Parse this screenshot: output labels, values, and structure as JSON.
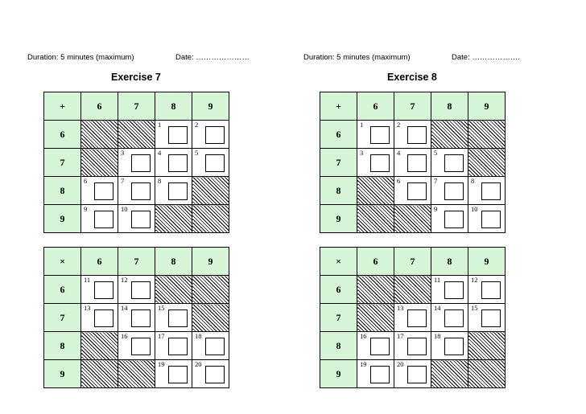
{
  "exercises": [
    {
      "duration": "Duration: 5 minutes (maximum)",
      "date": "Date: …………………",
      "title": "Exercise 7",
      "tables": [
        {
          "operator": "+",
          "columns": [
            "6",
            "7",
            "8",
            "9"
          ],
          "rows": [
            {
              "label": "6",
              "cells": [
                {
                  "type": "hatch"
                },
                {
                  "type": "hatch"
                },
                {
                  "type": "answer",
                  "num": "1"
                },
                {
                  "type": "answer",
                  "num": "2"
                }
              ]
            },
            {
              "label": "7",
              "cells": [
                {
                  "type": "hatch"
                },
                {
                  "type": "answer",
                  "num": "3"
                },
                {
                  "type": "answer",
                  "num": "4"
                },
                {
                  "type": "answer",
                  "num": "5"
                }
              ]
            },
            {
              "label": "8",
              "cells": [
                {
                  "type": "answer",
                  "num": "6"
                },
                {
                  "type": "answer",
                  "num": "7"
                },
                {
                  "type": "answer",
                  "num": "8"
                },
                {
                  "type": "hatch"
                }
              ]
            },
            {
              "label": "9",
              "cells": [
                {
                  "type": "answer",
                  "num": "9"
                },
                {
                  "type": "answer",
                  "num": "10"
                },
                {
                  "type": "hatch"
                },
                {
                  "type": "hatch"
                }
              ]
            }
          ]
        },
        {
          "operator": "×",
          "columns": [
            "6",
            "7",
            "8",
            "9"
          ],
          "rows": [
            {
              "label": "6",
              "cells": [
                {
                  "type": "answer",
                  "num": "11"
                },
                {
                  "type": "answer",
                  "num": "12"
                },
                {
                  "type": "hatch"
                },
                {
                  "type": "hatch"
                }
              ]
            },
            {
              "label": "7",
              "cells": [
                {
                  "type": "answer",
                  "num": "13"
                },
                {
                  "type": "answer",
                  "num": "14"
                },
                {
                  "type": "answer",
                  "num": "15"
                },
                {
                  "type": "hatch"
                }
              ]
            },
            {
              "label": "8",
              "cells": [
                {
                  "type": "hatch"
                },
                {
                  "type": "answer",
                  "num": "16"
                },
                {
                  "type": "answer",
                  "num": "17"
                },
                {
                  "type": "answer",
                  "num": "18"
                }
              ]
            },
            {
              "label": "9",
              "cells": [
                {
                  "type": "hatch"
                },
                {
                  "type": "hatch"
                },
                {
                  "type": "answer",
                  "num": "19"
                },
                {
                  "type": "answer",
                  "num": "20"
                }
              ]
            }
          ]
        }
      ]
    },
    {
      "duration": "Duration: 5 minutes (maximum)",
      "date": "Date: ……………….",
      "title": "Exercise 8",
      "tables": [
        {
          "operator": "+",
          "columns": [
            "6",
            "7",
            "8",
            "9"
          ],
          "rows": [
            {
              "label": "6",
              "cells": [
                {
                  "type": "answer",
                  "num": "1"
                },
                {
                  "type": "answer",
                  "num": "2"
                },
                {
                  "type": "hatch"
                },
                {
                  "type": "hatch"
                }
              ]
            },
            {
              "label": "7",
              "cells": [
                {
                  "type": "answer",
                  "num": "3"
                },
                {
                  "type": "answer",
                  "num": "4"
                },
                {
                  "type": "answer",
                  "num": "5"
                },
                {
                  "type": "hatch"
                }
              ]
            },
            {
              "label": "8",
              "cells": [
                {
                  "type": "hatch"
                },
                {
                  "type": "answer",
                  "num": "6"
                },
                {
                  "type": "answer",
                  "num": "7"
                },
                {
                  "type": "answer",
                  "num": "8"
                }
              ]
            },
            {
              "label": "9",
              "cells": [
                {
                  "type": "hatch"
                },
                {
                  "type": "hatch"
                },
                {
                  "type": "answer",
                  "num": "9"
                },
                {
                  "type": "answer",
                  "num": "10"
                }
              ]
            }
          ]
        },
        {
          "operator": "×",
          "columns": [
            "6",
            "7",
            "8",
            "9"
          ],
          "rows": [
            {
              "label": "6",
              "cells": [
                {
                  "type": "hatch"
                },
                {
                  "type": "hatch"
                },
                {
                  "type": "answer",
                  "num": "11"
                },
                {
                  "type": "answer",
                  "num": "12"
                }
              ]
            },
            {
              "label": "7",
              "cells": [
                {
                  "type": "hatch"
                },
                {
                  "type": "answer",
                  "num": "13"
                },
                {
                  "type": "answer",
                  "num": "14"
                },
                {
                  "type": "answer",
                  "num": "15"
                }
              ]
            },
            {
              "label": "8",
              "cells": [
                {
                  "type": "answer",
                  "num": "16"
                },
                {
                  "type": "answer",
                  "num": "17"
                },
                {
                  "type": "answer",
                  "num": "18"
                },
                {
                  "type": "hatch"
                }
              ]
            },
            {
              "label": "9",
              "cells": [
                {
                  "type": "answer",
                  "num": "19"
                },
                {
                  "type": "answer",
                  "num": "20"
                },
                {
                  "type": "hatch"
                },
                {
                  "type": "hatch"
                }
              ]
            }
          ]
        }
      ]
    }
  ]
}
